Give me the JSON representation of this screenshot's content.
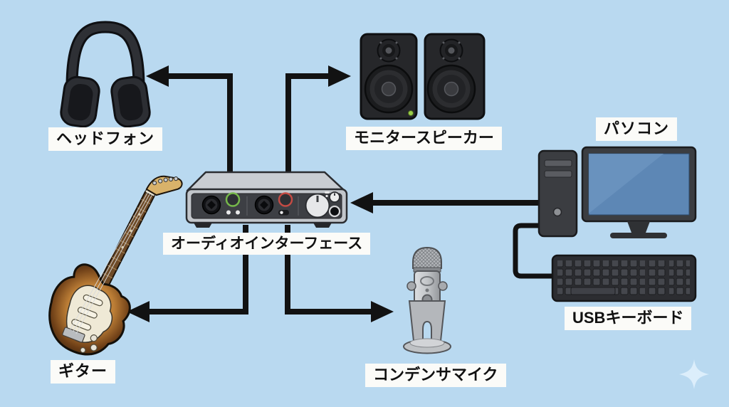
{
  "theme": {
    "background_color": "#b9d9f0",
    "label_bg": "#fbfbf8",
    "label_text": "#111111",
    "arrow_color": "#121212",
    "accent_green": "#76b84a",
    "accent_red": "#c44b44",
    "screen_blue": "#5d87b5"
  },
  "diagram": {
    "type": "equipment-connection-diagram",
    "nodes": {
      "headphones": {
        "label": "ヘッドフォン"
      },
      "monitor_speakers": {
        "label": "モニタースピーカー"
      },
      "pc": {
        "label": "パソコン"
      },
      "audio_interface": {
        "label": "オーディオインターフェース"
      },
      "guitar": {
        "label": "ギター"
      },
      "condenser_mic": {
        "label": "コンデンサマイク"
      },
      "usb_keyboard": {
        "label": "USBキーボード"
      }
    },
    "edges": [
      {
        "from": "audio_interface",
        "to": "headphones",
        "style": "arrow"
      },
      {
        "from": "audio_interface",
        "to": "monitor_speakers",
        "style": "arrow"
      },
      {
        "from": "pc",
        "to": "audio_interface",
        "style": "arrow"
      },
      {
        "from": "audio_interface",
        "to": "guitar",
        "style": "arrow"
      },
      {
        "from": "audio_interface",
        "to": "condenser_mic",
        "style": "arrow"
      },
      {
        "from": "pc",
        "to": "usb_keyboard",
        "style": "cable"
      }
    ]
  }
}
